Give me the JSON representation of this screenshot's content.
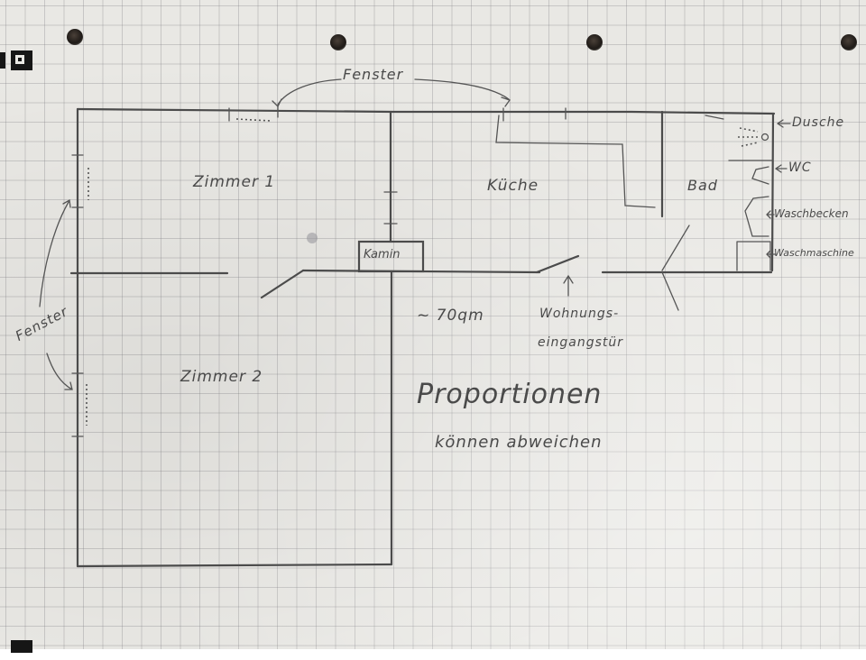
{
  "labels": {
    "fenster_top": "Fenster",
    "fenster_left": "Fenster",
    "zimmer1": "Zimmer 1",
    "zimmer2": "Zimmer 2",
    "kueche": "Küche",
    "bad": "Bad",
    "kamin": "Kamin",
    "flaeche": "~ 70qm",
    "tuer_line1": "Wohnungs-",
    "tuer_line2": "eingangstür",
    "dusche": "Dusche",
    "wc": "WC",
    "waschbecken": "Waschbecken",
    "waschmaschine": "Waschmaschine",
    "note_line1": "Proportionen",
    "note_line2": "können abweichen"
  },
  "colors": {
    "paper": "#e9e8e4",
    "grid": "#8a8a90",
    "pencil": "#4a4a4a"
  }
}
